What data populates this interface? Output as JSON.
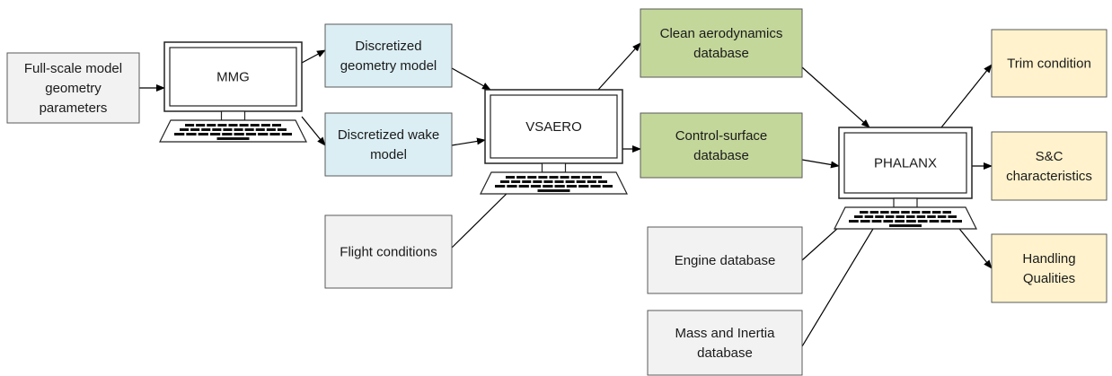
{
  "colors": {
    "input": "#f2f2f2",
    "geometry": "#dbeef4",
    "database": "#c4d79b",
    "output": "#fff2cc",
    "stroke": "#595959"
  },
  "nodes": {
    "fullscale": {
      "lines": [
        "Full-scale model",
        "geometry",
        "parameters"
      ]
    },
    "mmg": {
      "label": "MMG"
    },
    "disc_geom": {
      "lines": [
        "Discretized",
        "geometry model"
      ]
    },
    "disc_wake": {
      "lines": [
        "Discretized wake",
        "model"
      ]
    },
    "vsaero": {
      "label": "VSAERO"
    },
    "flight": {
      "lines": [
        "Flight conditions"
      ]
    },
    "clean_aero": {
      "lines": [
        "Clean aerodynamics",
        "database"
      ]
    },
    "control_surf": {
      "lines": [
        "Control-surface",
        "database"
      ]
    },
    "phalanx": {
      "label": "PHALANX"
    },
    "engine": {
      "lines": [
        "Engine database"
      ]
    },
    "mass": {
      "lines": [
        "Mass and Inertia",
        "database"
      ]
    },
    "trim": {
      "lines": [
        "Trim condition"
      ]
    },
    "sc": {
      "lines": [
        "S&C",
        "characteristics"
      ]
    },
    "hq": {
      "lines": [
        "Handling",
        "Qualities"
      ]
    }
  },
  "edges": [
    [
      "fullscale",
      "mmg"
    ],
    [
      "mmg",
      "disc_geom"
    ],
    [
      "mmg",
      "disc_wake"
    ],
    [
      "disc_geom",
      "vsaero"
    ],
    [
      "disc_wake",
      "vsaero"
    ],
    [
      "flight",
      "vsaero"
    ],
    [
      "vsaero",
      "clean_aero"
    ],
    [
      "vsaero",
      "control_surf"
    ],
    [
      "clean_aero",
      "phalanx"
    ],
    [
      "control_surf",
      "phalanx"
    ],
    [
      "engine",
      "phalanx"
    ],
    [
      "mass",
      "phalanx"
    ],
    [
      "phalanx",
      "trim"
    ],
    [
      "phalanx",
      "sc"
    ],
    [
      "phalanx",
      "hq"
    ]
  ]
}
